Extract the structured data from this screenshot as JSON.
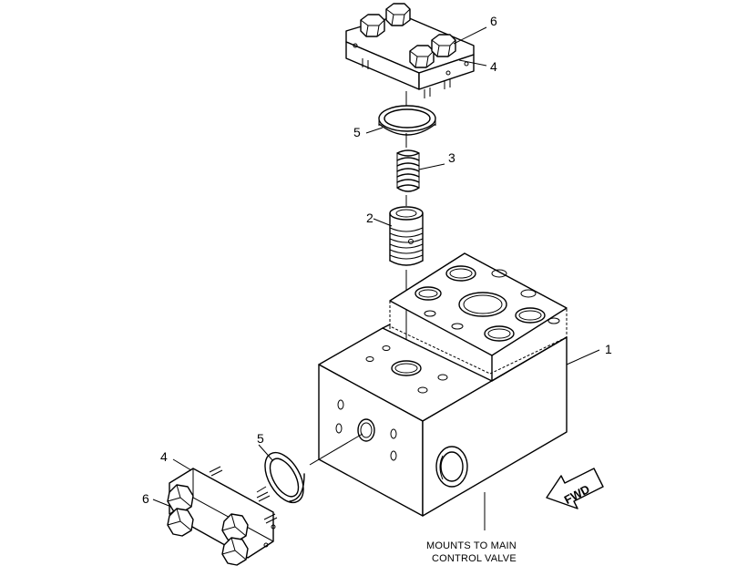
{
  "callouts": {
    "item_1": "1",
    "item_2": "2",
    "item_3": "3",
    "item_4_top": "4",
    "item_4_left": "4",
    "item_5_top": "5",
    "item_5_left": "5",
    "item_6_top": "6",
    "item_6_left": "6"
  },
  "notes": {
    "mount_line1": "MOUNTS TO MAIN",
    "mount_line2": "CONTROL VALVE"
  },
  "direction": {
    "fwd_label": "FWD"
  }
}
